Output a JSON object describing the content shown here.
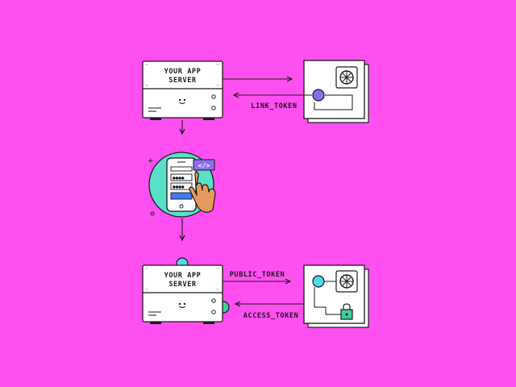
{
  "server_top": {
    "line1": "YOUR APP",
    "line2": "SERVER"
  },
  "server_bottom": {
    "line1": "YOUR APP",
    "line2": "SERVER"
  },
  "labels": {
    "link_token": "LINK_TOKEN",
    "public_token": "PUBLIC_TOKEN",
    "access_token": "ACCESS_TOKEN"
  },
  "phone": {
    "code_badge": "</>"
  },
  "colors": {
    "background": "#ff4ff0",
    "teal": "#59e0c8",
    "cyan": "#55d4f0",
    "purple": "#8e6cf0",
    "blue": "#3f7bf5",
    "skin": "#e79a5e",
    "lock": "#3fcf9a"
  },
  "icons": [
    "plaid-logo-icon",
    "lock-icon",
    "smiley-icon",
    "hand-pointer-icon"
  ]
}
